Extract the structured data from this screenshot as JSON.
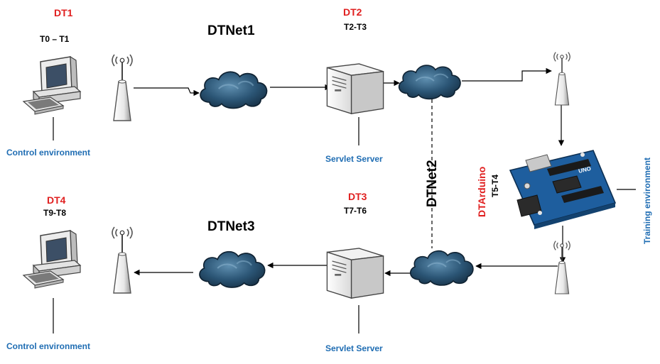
{
  "nodes": {
    "dt1": {
      "title": "DT1",
      "time": "T0 – T1",
      "env": "Control environment"
    },
    "dt2": {
      "title": "DT2",
      "time": "T2-T3",
      "caption": "Servlet Server"
    },
    "dt3": {
      "title": "DT3",
      "time": "T7-T6",
      "caption": "Servlet Server"
    },
    "dt4": {
      "title": "DT4",
      "time": "T9-T8",
      "env": "Control environment"
    },
    "arduino": {
      "title": "DTArduino",
      "time": "T5-T4",
      "env": "Training environment",
      "board_text": "UNO"
    }
  },
  "networks": {
    "net1": "DTNet1",
    "net2": "DTNet2",
    "net3": "DTNet3"
  },
  "colors": {
    "title_red": "#e02020",
    "caption_blue": "#1f6db3",
    "cloud_dark": "#1b3a52",
    "cloud_light": "#4a7ea0",
    "board": "#1e5e9e"
  }
}
